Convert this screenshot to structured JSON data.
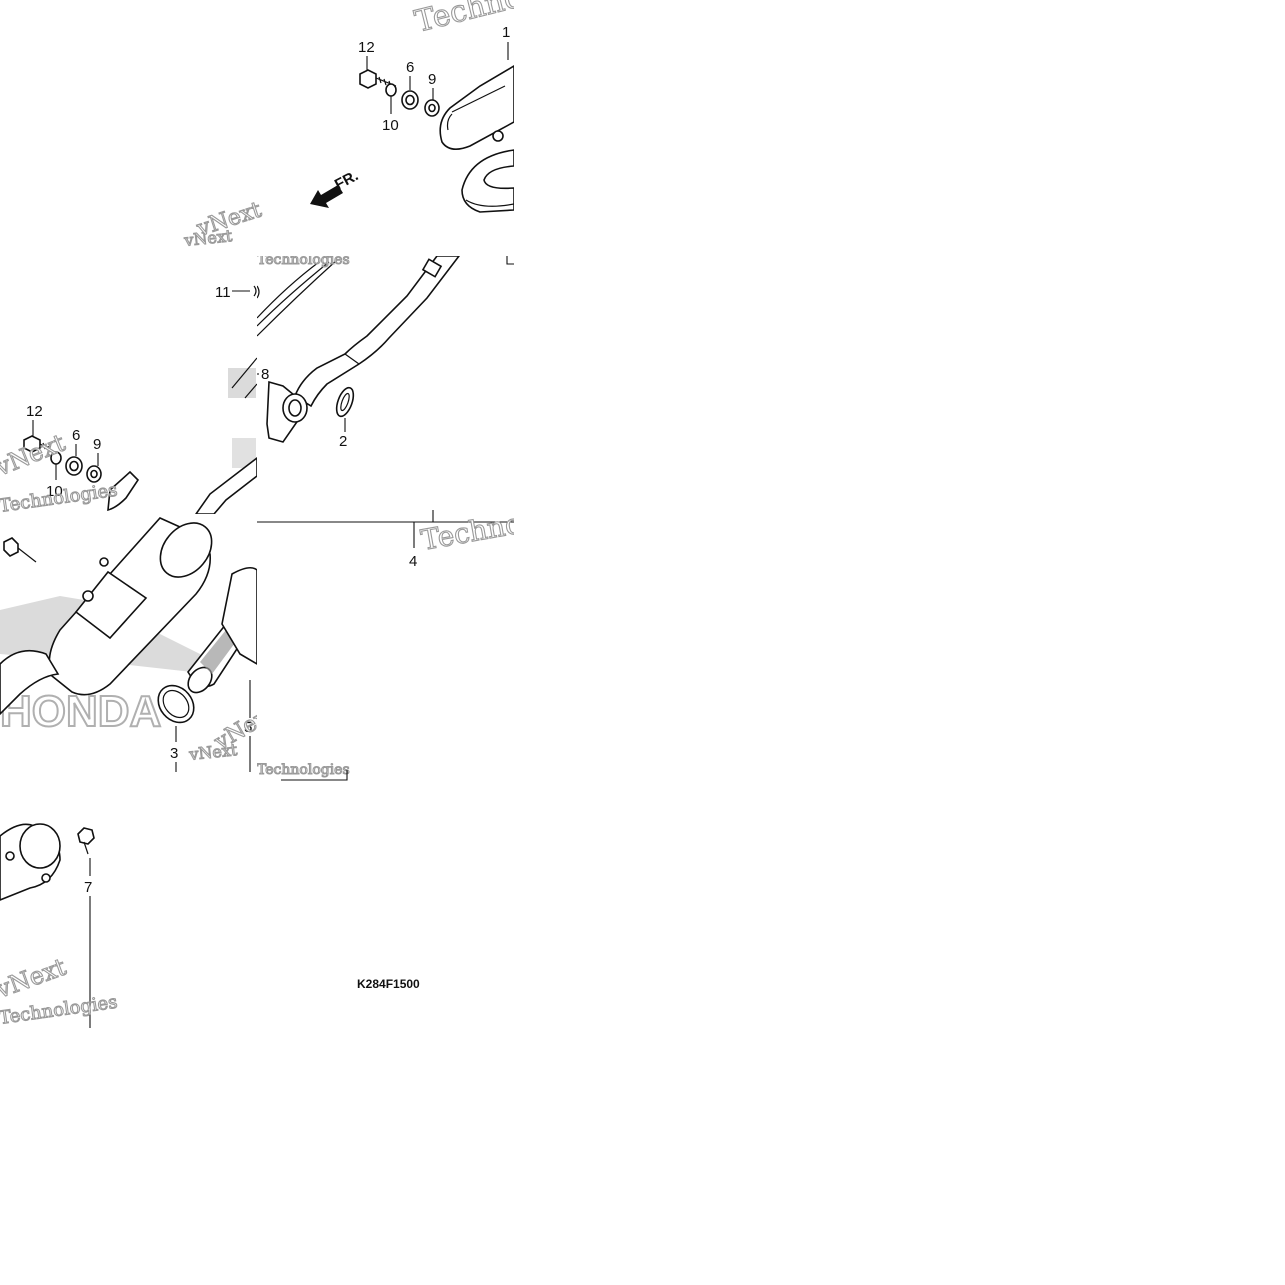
{
  "diagram": {
    "figure_code": "K284F1500",
    "direction_arrow_label": "FR.",
    "brand_watermark": "HONDA",
    "watermark_text": {
      "line1": "vNext",
      "line2": "Technologies",
      "fragment_tech": "Techno"
    },
    "callouts": {
      "c1": "1",
      "c2": "2",
      "c3": "3",
      "c4": "4",
      "c5": "5",
      "c6a": "6",
      "c6b": "6",
      "c7": "7",
      "c8": "8",
      "c9a": "9",
      "c9b": "9",
      "c10a": "10",
      "c10b": "10",
      "c11": "11",
      "c12a": "12",
      "c12b": "12"
    }
  }
}
